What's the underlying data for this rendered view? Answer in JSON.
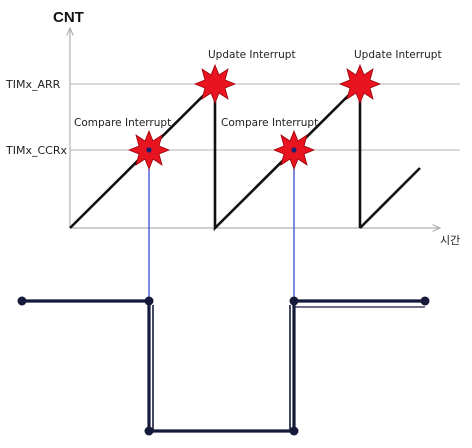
{
  "diagram": {
    "y_axis_label": "CNT",
    "x_axis_label": "시간",
    "levels": {
      "arr": "TIMx_ARR",
      "ccr": "TIMx_CCRx"
    },
    "events": {
      "compare_1": "Compare Interrupt",
      "compare_2": "Compare Interrupt",
      "update_1": "Update Interrupt",
      "update_2": "Update Interrupt"
    },
    "colors": {
      "axis": "#b0b0b0",
      "guide": "#b5b5b5",
      "sawtooth": "#111111",
      "marker_fill": "#e8141f",
      "marker_dot": "#1a2070",
      "compare_link": "#2a3ec8",
      "pwm_signal": "#161a3a"
    }
  }
}
